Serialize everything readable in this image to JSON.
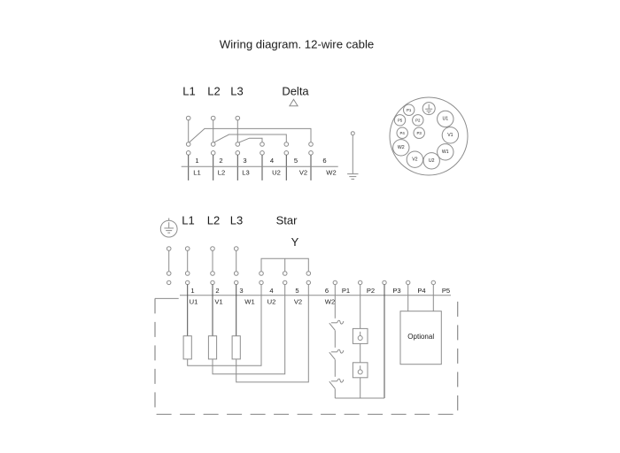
{
  "title": "Wiring diagram. 12-wire cable",
  "colors": {
    "wire": "#8c8c8c",
    "wire_dark": "#4f4f4f",
    "text": "#1c1c1c"
  },
  "delta": {
    "phase_labels": [
      "L1",
      "L2",
      "L3"
    ],
    "section_label": "Delta",
    "terminals": [
      {
        "number": "1",
        "label": "L1"
      },
      {
        "number": "2",
        "label": "L2"
      },
      {
        "number": "3",
        "label": "L3"
      },
      {
        "number": "4",
        "label": "U2"
      },
      {
        "number": "5",
        "label": "V2"
      },
      {
        "number": "6",
        "label": "W2"
      }
    ]
  },
  "connector": {
    "power_pins": [
      "U1",
      "V1",
      "W1",
      "U2",
      "V2",
      "W2"
    ],
    "aux_pins": [
      "P1",
      "P2",
      "P3",
      "P4",
      "P5"
    ]
  },
  "star": {
    "phase_labels": [
      "L1",
      "L2",
      "L3"
    ],
    "section_label": "Star",
    "star_symbol": "Y",
    "terminals": [
      {
        "number": "1",
        "label": "U1"
      },
      {
        "number": "2",
        "label": "V1"
      },
      {
        "number": "3",
        "label": "W1"
      },
      {
        "number": "4",
        "label": "U2"
      },
      {
        "number": "5",
        "label": "V2"
      },
      {
        "number": "6",
        "label": "W2"
      }
    ],
    "p_labels": [
      "P1",
      "P2",
      "P3",
      "P4",
      "P5"
    ],
    "optional_label": "Optional"
  }
}
